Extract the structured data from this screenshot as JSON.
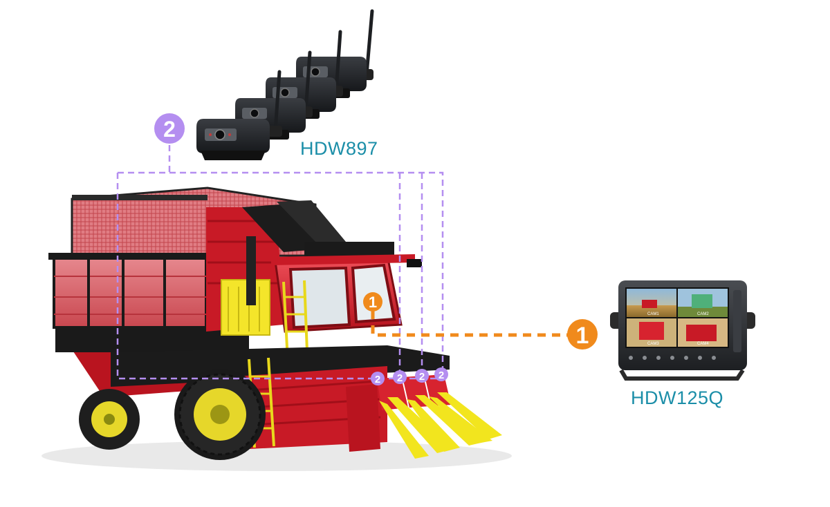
{
  "camera": {
    "model": "HDW897",
    "count": 4,
    "group_marker": "2"
  },
  "monitor": {
    "model": "HDW125Q",
    "marker": "1",
    "quad_channels": [
      "CAM1",
      "CAM2",
      "CAM3",
      "CAM4"
    ]
  },
  "harvester": {
    "cab_marker": "1",
    "header_markers": [
      "2",
      "2",
      "2",
      "2"
    ]
  },
  "colors": {
    "camera_link": "#b48ef0",
    "monitor_link": "#f08a1c",
    "label_text": "#1b8ea8",
    "harvester_red": "#d7232f",
    "header_yellow": "#f2e51e"
  }
}
